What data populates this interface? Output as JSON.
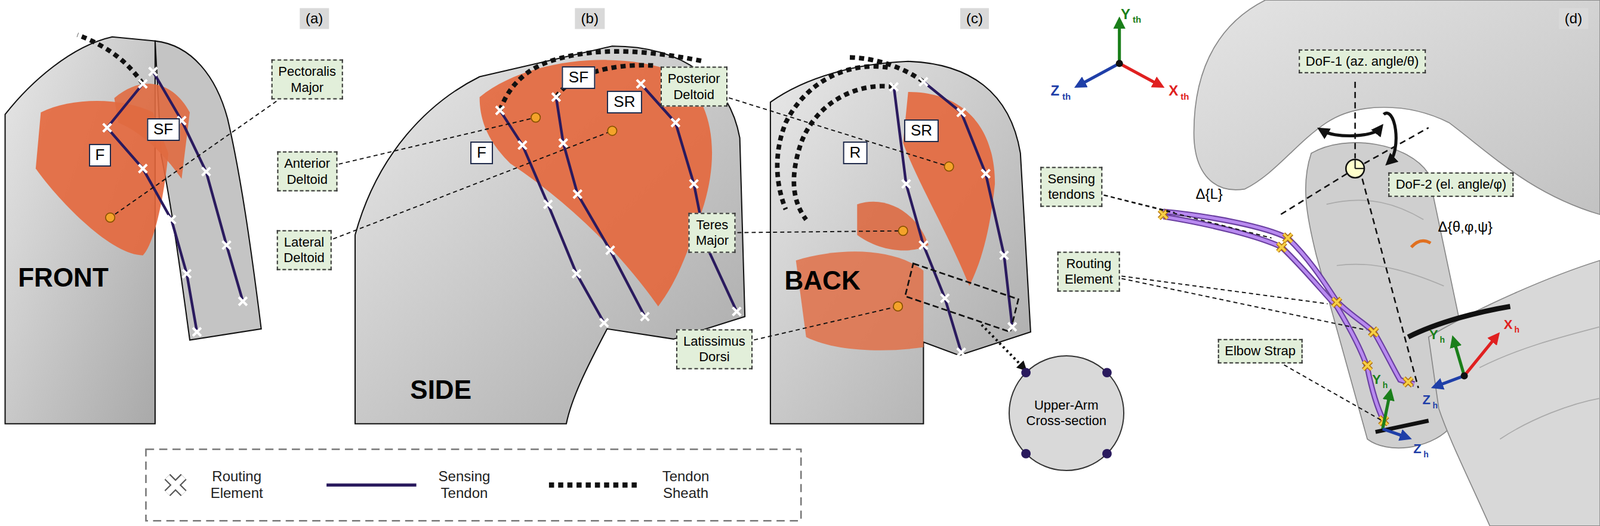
{
  "diagram": {
    "nodes": [
      {
        "text": [
          "(a)"
        ]
      },
      {
        "text": [
          "Pectoralis Major"
        ]
      },
      {
        "text": [
          "F"
        ]
      },
      {
        "text": [
          "SF"
        ]
      },
      {
        "text": [
          "Anterior Deltoid"
        ]
      },
      {
        "text": [
          "Lateral Deltoid"
        ]
      },
      {
        "text": [
          "(b)"
        ]
      },
      {
        "text": [
          "F"
        ]
      },
      {
        "text": [
          "SF"
        ]
      },
      {
        "text": [
          "SR"
        ]
      },
      {
        "text": [
          "(c)"
        ]
      },
      {
        "text": [
          "Posterior Deltoid"
        ]
      },
      {
        "text": [
          "R"
        ]
      },
      {
        "text": [
          "SR"
        ]
      },
      {
        "text": [
          "Teres Major"
        ]
      },
      {
        "text": [
          "Latissimus Dorsi"
        ]
      },
      {
        "text": [
          "Upper-Arm Cross-section"
        ]
      },
      {
        "text": [
          "(d)"
        ]
      },
      {
        "text": [
          "DoF-1 (az. angle/θ)"
        ]
      },
      {
        "text": [
          "DoF-2 (el. angle/φ)"
        ]
      },
      {
        "text": [
          "Sensing tendons"
        ]
      },
      {
        "text": [
          "Routing Element"
        ]
      },
      {
        "text": [
          "Elbow Strap"
        ]
      }
    ],
    "labels": [
      "FRONT",
      "SIDE",
      "BACK",
      "Y",
      "th",
      "Z",
      "th",
      "X",
      "th",
      "Δ{L}",
      "Δ{θ,φ,ψ}",
      "Y",
      "h",
      "Z",
      "h",
      "Y",
      "h",
      "Z",
      "h",
      "X",
      "h"
    ],
    "legend": [
      {
        "text": "Routing Element"
      },
      {
        "text": "Sensing Tendon"
      },
      {
        "text": "Tendon Sheath"
      }
    ]
  }
}
